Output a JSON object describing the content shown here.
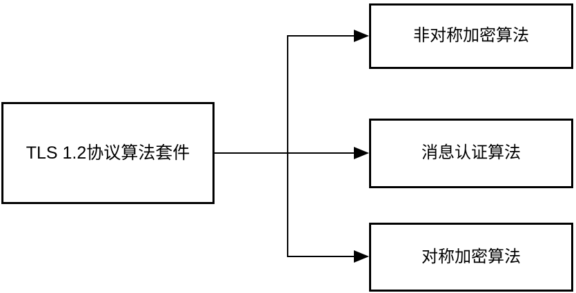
{
  "diagram": {
    "root": {
      "label": "TLS 1.2协议算法套件"
    },
    "children": [
      {
        "label": "非对称加密算法"
      },
      {
        "label": "消息认证算法"
      },
      {
        "label": "对称加密算法"
      }
    ],
    "colors": {
      "background": "#ffffff",
      "line": "#000000",
      "box_border": "#000000",
      "text": "#000000"
    }
  }
}
